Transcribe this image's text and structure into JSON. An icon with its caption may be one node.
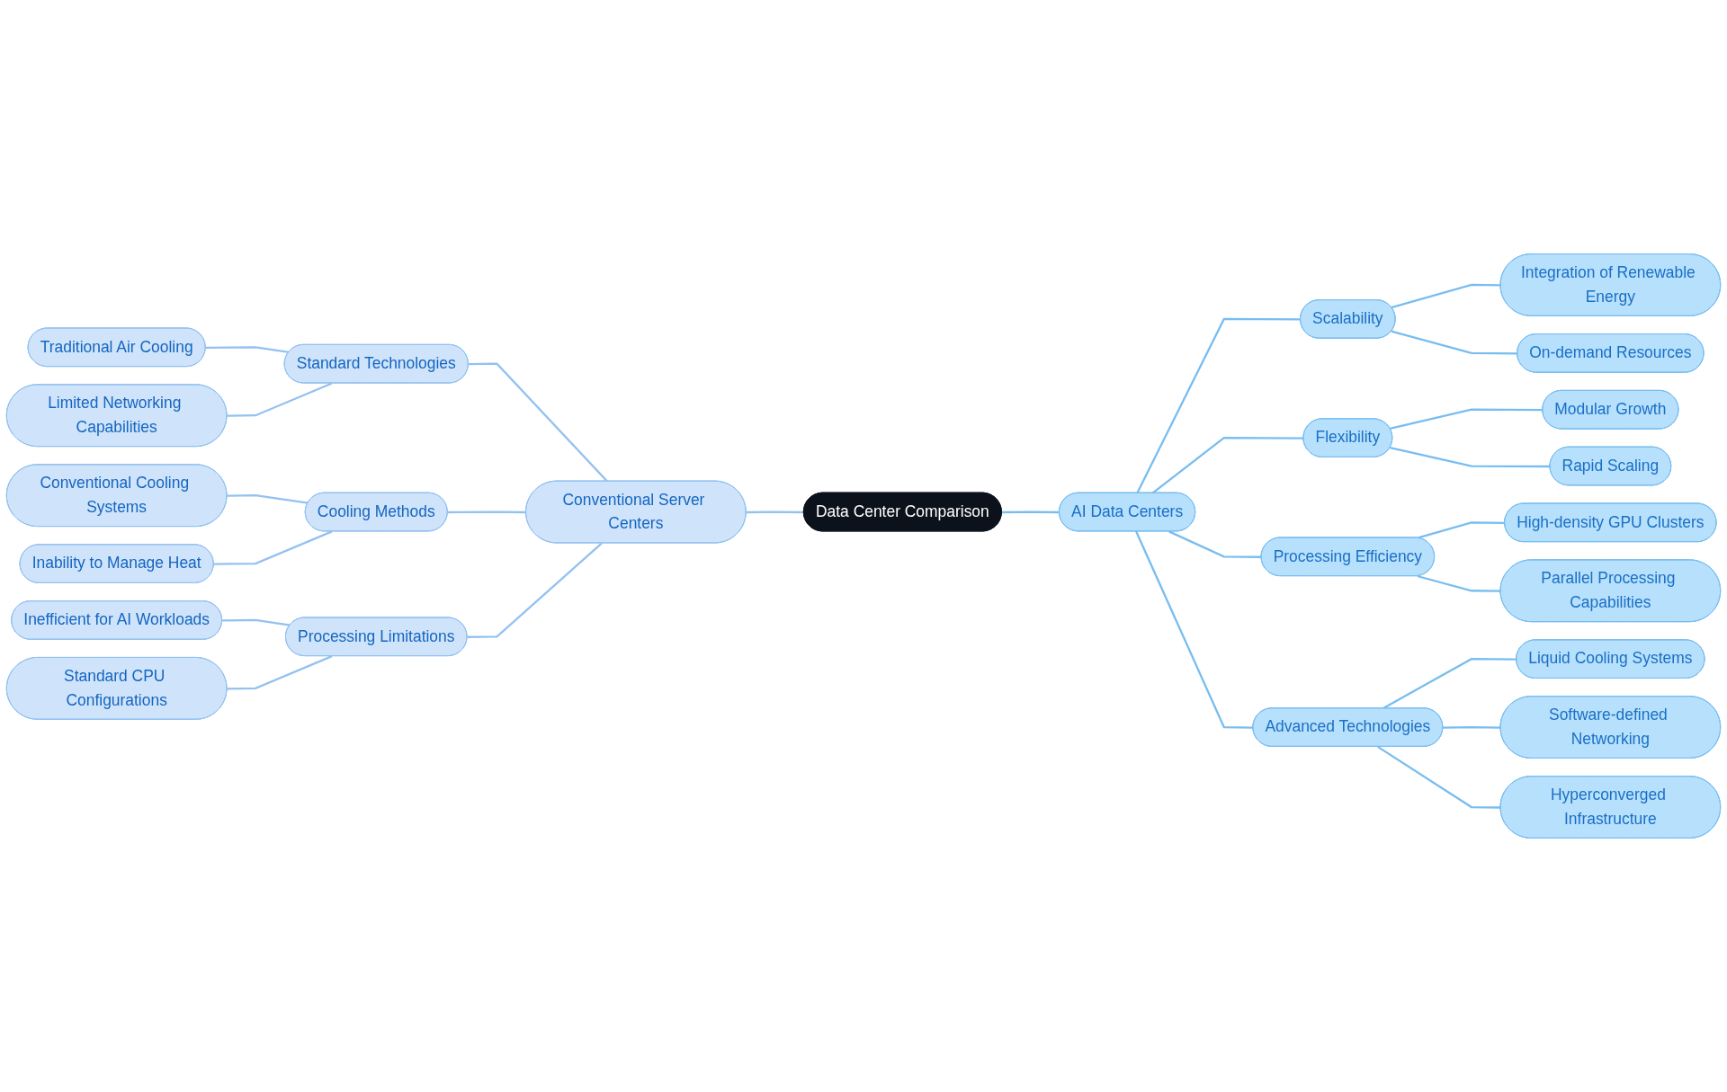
{
  "diagram": {
    "nodes": [
      {
        "text": [
          "Data Center Comparison"
        ]
      },
      {
        "text": [
          "Conventional Server Centers"
        ]
      },
      {
        "text": [
          "Standard Technologies"
        ]
      },
      {
        "text": [
          "Traditional Air Cooling"
        ]
      },
      {
        "text": [
          "Limited Networking Capabilities"
        ]
      },
      {
        "text": [
          "Cooling Methods"
        ]
      },
      {
        "text": [
          "Conventional Cooling Systems"
        ]
      },
      {
        "text": [
          "Inability to Manage Heat"
        ]
      },
      {
        "text": [
          "Processing Limitations"
        ]
      },
      {
        "text": [
          "Inefficient for AI Workloads"
        ]
      },
      {
        "text": [
          "Standard CPU Configurations"
        ]
      },
      {
        "text": [
          "AI Data Centers"
        ]
      },
      {
        "text": [
          "Scalability"
        ]
      },
      {
        "text": [
          "Integration of Renewable Energy"
        ]
      },
      {
        "text": [
          "On-demand Resources"
        ]
      },
      {
        "text": [
          "Flexibility"
        ]
      },
      {
        "text": [
          "Modular Growth"
        ]
      },
      {
        "text": [
          "Rapid Scaling"
        ]
      },
      {
        "text": [
          "Processing Efficiency"
        ]
      },
      {
        "text": [
          "High-density GPU Clusters"
        ]
      },
      {
        "text": [
          "Parallel Processing Capabilities"
        ]
      },
      {
        "text": [
          "Advanced Technologies"
        ]
      },
      {
        "text": [
          "Liquid Cooling Systems"
        ]
      },
      {
        "text": [
          "Software-defined Networking"
        ]
      },
      {
        "text": [
          "Hyperconverged Infrastructure"
        ]
      }
    ],
    "edges": [
      {
        "from": 1,
        "to": 0,
        "arrow": "none",
        "color": "#93c1f0"
      },
      {
        "from": 2,
        "to": 1,
        "arrow": "none",
        "color": "#93c1f0"
      },
      {
        "from": 3,
        "to": 2,
        "arrow": "none",
        "color": "#93c1f0"
      },
      {
        "from": 4,
        "to": 2,
        "arrow": "none",
        "color": "#93c1f0"
      },
      {
        "from": 5,
        "to": 1,
        "arrow": "none",
        "color": "#93c1f0"
      },
      {
        "from": 6,
        "to": 5,
        "arrow": "none",
        "color": "#93c1f0"
      },
      {
        "from": 7,
        "to": 5,
        "arrow": "none",
        "color": "#93c1f0"
      },
      {
        "from": 8,
        "to": 1,
        "arrow": "none",
        "color": "#93c1f0"
      },
      {
        "from": 9,
        "to": 8,
        "arrow": "none",
        "color": "#93c1f0"
      },
      {
        "from": 10,
        "to": 8,
        "arrow": "none",
        "color": "#93c1f0"
      },
      {
        "from": 0,
        "to": 11,
        "arrow": "none"
      },
      {
        "from": 11,
        "to": 12,
        "arrow": "none"
      },
      {
        "from": 12,
        "to": 13,
        "arrow": "none"
      },
      {
        "from": 12,
        "to": 14,
        "arrow": "none"
      },
      {
        "from": 11,
        "to": 15,
        "arrow": "none"
      },
      {
        "from": 15,
        "to": 16,
        "arrow": "none"
      },
      {
        "from": 15,
        "to": 17,
        "arrow": "none"
      },
      {
        "from": 11,
        "to": 18,
        "arrow": "none"
      },
      {
        "from": 18,
        "to": 19,
        "arrow": "none"
      },
      {
        "from": 18,
        "to": 20,
        "arrow": "none"
      },
      {
        "from": 11,
        "to": 21,
        "arrow": "none"
      },
      {
        "from": 21,
        "to": 22,
        "arrow": "none"
      },
      {
        "from": 21,
        "to": 23,
        "arrow": "none"
      },
      {
        "from": 21,
        "to": 24,
        "arrow": "none"
      }
    ]
  }
}
